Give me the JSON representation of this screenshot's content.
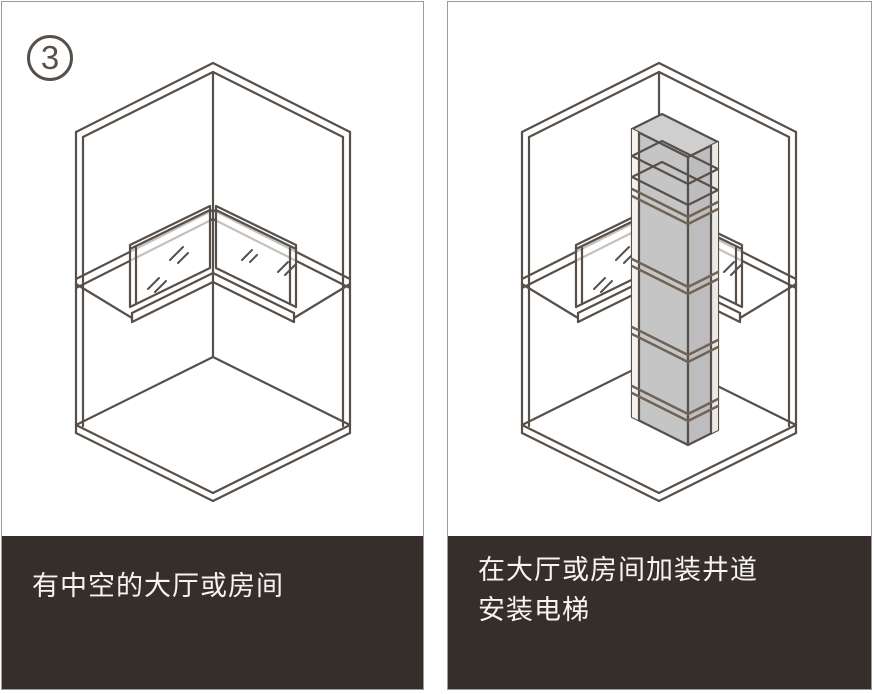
{
  "step_badge": {
    "number": "3"
  },
  "panels": [
    {
      "id": "empty-hall",
      "caption_lines": [
        "有中空的大厅或房间"
      ]
    },
    {
      "id": "hall-with-shaft",
      "caption_lines": [
        "在大厅或房间加装井道",
        "安装电梯"
      ]
    }
  ],
  "colors": {
    "line_ink": "#57504a",
    "caption_background": "#362e2a",
    "caption_text": "#f6f4f1",
    "shaft_fill_left": "#c5c5c6",
    "shaft_fill_right": "#bdbdbf",
    "shaft_fill_top": "#cfcfd0",
    "shaft_band_line": "#6f6355",
    "panel_border": "#9b9b9b"
  }
}
